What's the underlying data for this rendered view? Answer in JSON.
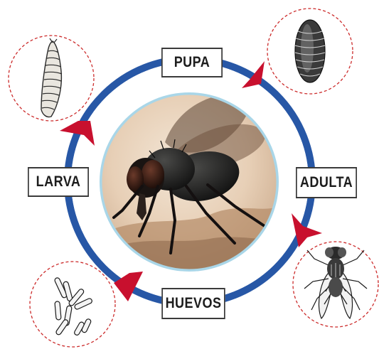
{
  "diagram": {
    "stages": {
      "pupa": "PUPA",
      "larva": "LARVA",
      "adulta": "ADULTA",
      "huevos": "HUEVOS"
    },
    "colors": {
      "cycle_ring": "#2757a6",
      "arrow": "#c8102e",
      "dashed_circle": "#cc2b2b",
      "center_border": "#a9d6e8"
    },
    "illustrations": [
      "larva-illustration",
      "pupa-illustration",
      "adult-fly-illustration",
      "eggs-illustration",
      "housefly-photo"
    ]
  }
}
